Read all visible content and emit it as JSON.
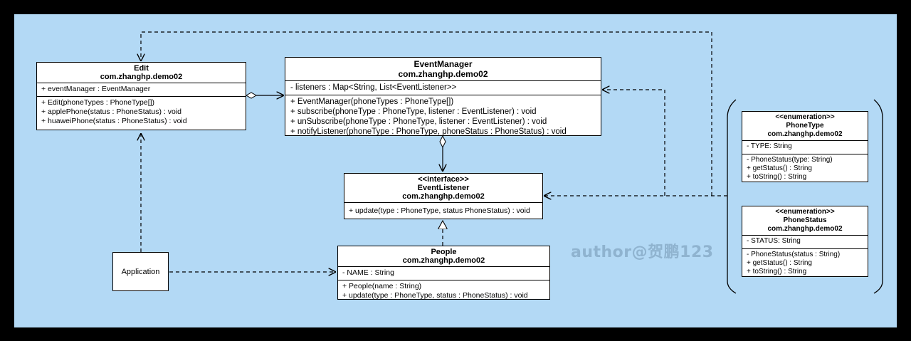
{
  "classes": {
    "edit": {
      "name": "Edit",
      "package": "com.zhanghp.demo02",
      "attributes": [
        "+ eventManager : EventManager"
      ],
      "methods": [
        "+ Edit(phoneTypes : PhoneType[])",
        "+ applePhone(status : PhoneStatus) : void",
        "+ huaweiPhone(status : PhoneStatus) : void"
      ]
    },
    "event_manager": {
      "name": "EventManager",
      "package": "com.zhanghp.demo02",
      "attributes": [
        "- listeners : Map<String, List<EventListener>>"
      ],
      "methods": [
        "+ EventManager(phoneTypes : PhoneType[])",
        "+ subscribe(phoneType : PhoneType, listener : EventListener) : void",
        "+ unSubscribe(phoneType : PhoneType, listener : EventListener) : void",
        "+ notifyListener(phoneType : PhoneType, phoneStatus : PhoneStatus) : void"
      ]
    },
    "event_listener": {
      "stereotype": "<<interface>>",
      "name": "EventListener",
      "package": "com.zhanghp.demo02",
      "methods": [
        "+ update(type : PhoneType, status PhoneStatus) : void"
      ]
    },
    "people": {
      "name": "People",
      "package": "com.zhanghp.demo02",
      "attributes": [
        "- NAME : String"
      ],
      "methods": [
        "+ People(name : String)",
        "+ update(type : PhoneType, status : PhoneStatus) : void"
      ]
    },
    "phone_type": {
      "stereotype": "<<enumeration>>",
      "name": "PhoneType",
      "package": "com.zhanghp.demo02",
      "attributes": [
        "- TYPE: String"
      ],
      "methods": [
        "- PhoneStatus(type: String)",
        "+ getStatus() : String",
        "+ toString() : String"
      ]
    },
    "phone_status": {
      "stereotype": "<<enumeration>>",
      "name": "PhoneStatus",
      "package": "com.zhanghp.demo02",
      "attributes": [
        "- STATUS: String"
      ],
      "methods": [
        "- PhoneStatus(status : String)",
        "+ getStatus() : String",
        "+ toString() : String"
      ]
    }
  },
  "application": {
    "label": "Application"
  },
  "watermark": "author@贺鹏123",
  "colors": {
    "background": "#b3d9f5",
    "frame": "#000000",
    "watermark": "#8fb3cf"
  }
}
